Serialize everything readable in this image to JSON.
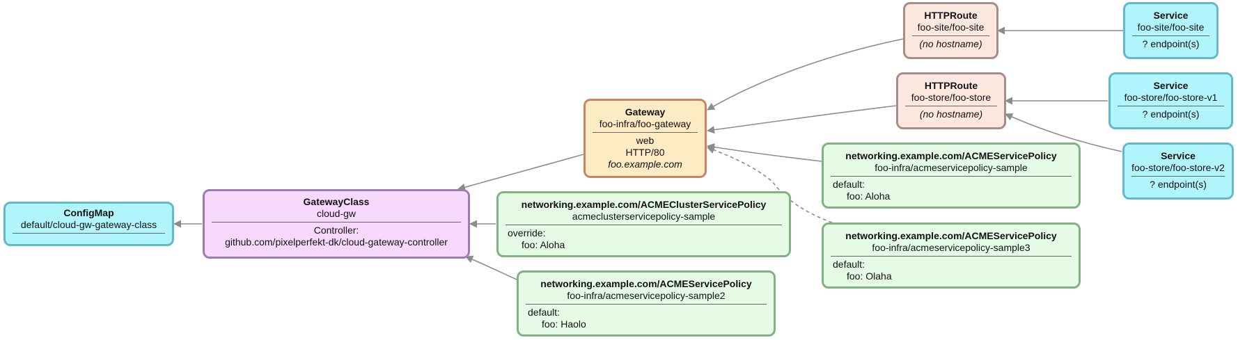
{
  "configmap": {
    "kind": "ConfigMap",
    "name": "default/cloud-gw-gateway-class"
  },
  "gatewayclass": {
    "kind": "GatewayClass",
    "name": "cloud-gw",
    "controller_label": "Controller:",
    "controller": "github.com/pixelperfekt-dk/cloud-gateway-controller"
  },
  "gateway": {
    "kind": "Gateway",
    "name": "foo-infra/foo-gateway",
    "listener_name": "web",
    "listener_protocol": "HTTP/80",
    "listener_hostname": "foo.example.com"
  },
  "route_site": {
    "kind": "HTTPRoute",
    "name": "foo-site/foo-site",
    "hostname": "(no hostname)"
  },
  "route_store": {
    "kind": "HTTPRoute",
    "name": "foo-store/foo-store",
    "hostname": "(no hostname)"
  },
  "svc_site": {
    "kind": "Service",
    "name": "foo-site/foo-site",
    "endpoints": "? endpoint(s)"
  },
  "svc_store_v1": {
    "kind": "Service",
    "name": "foo-store/foo-store-v1",
    "endpoints": "? endpoint(s)"
  },
  "svc_store_v2": {
    "kind": "Service",
    "name": "foo-store/foo-store-v2",
    "endpoints": "? endpoint(s)"
  },
  "cluster_policy": {
    "kind": "networking.example.com/ACMEClusterServicePolicy",
    "name": "acmeclusterservicepolicy-sample",
    "section": "override:",
    "entry": "foo: Aloha"
  },
  "policy_sample": {
    "kind": "networking.example.com/ACMEServicePolicy",
    "name": "foo-infra/acmeservicepolicy-sample",
    "section": "default:",
    "entry": "foo: Aloha"
  },
  "policy_sample2": {
    "kind": "networking.example.com/ACMEServicePolicy",
    "name": "foo-infra/acmeservicepolicy-sample2",
    "section": "default:",
    "entry": "foo: Haolo"
  },
  "policy_sample3": {
    "kind": "networking.example.com/ACMEServicePolicy",
    "name": "foo-infra/acmeservicepolicy-sample3",
    "section": "default:",
    "entry": "foo: Olaha"
  },
  "colors": {
    "edge": "#8c8c8c",
    "service": "#b0f5fb",
    "gateway": "#fdebc4",
    "route": "#fde8df",
    "gatewayclass": "#f6d9fc",
    "policy": "#e5fbe5"
  }
}
